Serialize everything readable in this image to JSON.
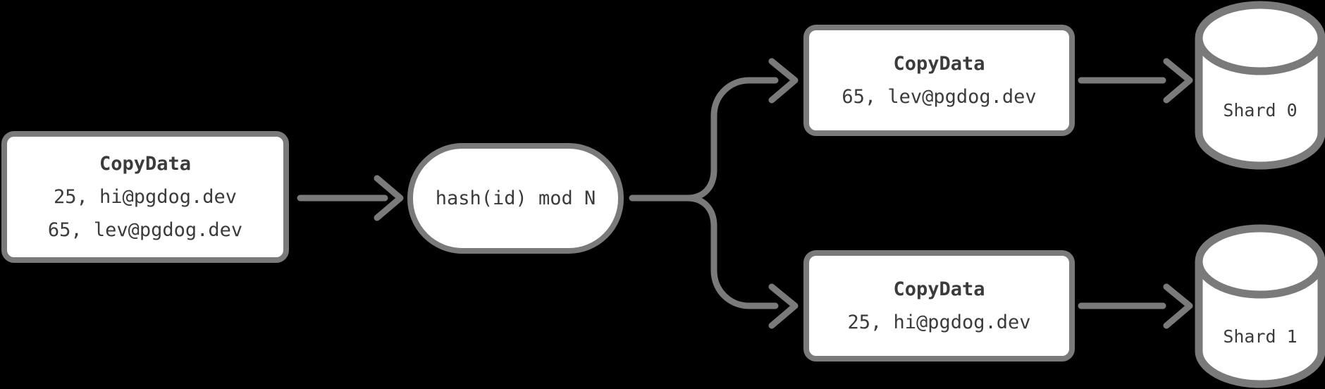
{
  "colors": {
    "background": "#000000",
    "stroke": "#7a7a7a",
    "node_fill": "#ffffff",
    "text": "#3b3b3b"
  },
  "nodes": {
    "source": {
      "title": "CopyData",
      "rows": [
        "25, hi@pgdog.dev",
        "65, lev@pgdog.dev"
      ]
    },
    "router": {
      "label": "hash(id) mod N"
    },
    "shard0_message": {
      "title": "CopyData",
      "rows": [
        "65, lev@pgdog.dev"
      ]
    },
    "shard1_message": {
      "title": "CopyData",
      "rows": [
        "25, hi@pgdog.dev"
      ]
    },
    "shard0_db": {
      "label": "Shard 0"
    },
    "shard1_db": {
      "label": "Shard 1"
    }
  },
  "icons": {
    "shard0_db": "database-cylinder",
    "shard1_db": "database-cylinder",
    "connectors": "arrow-right-chevron"
  }
}
